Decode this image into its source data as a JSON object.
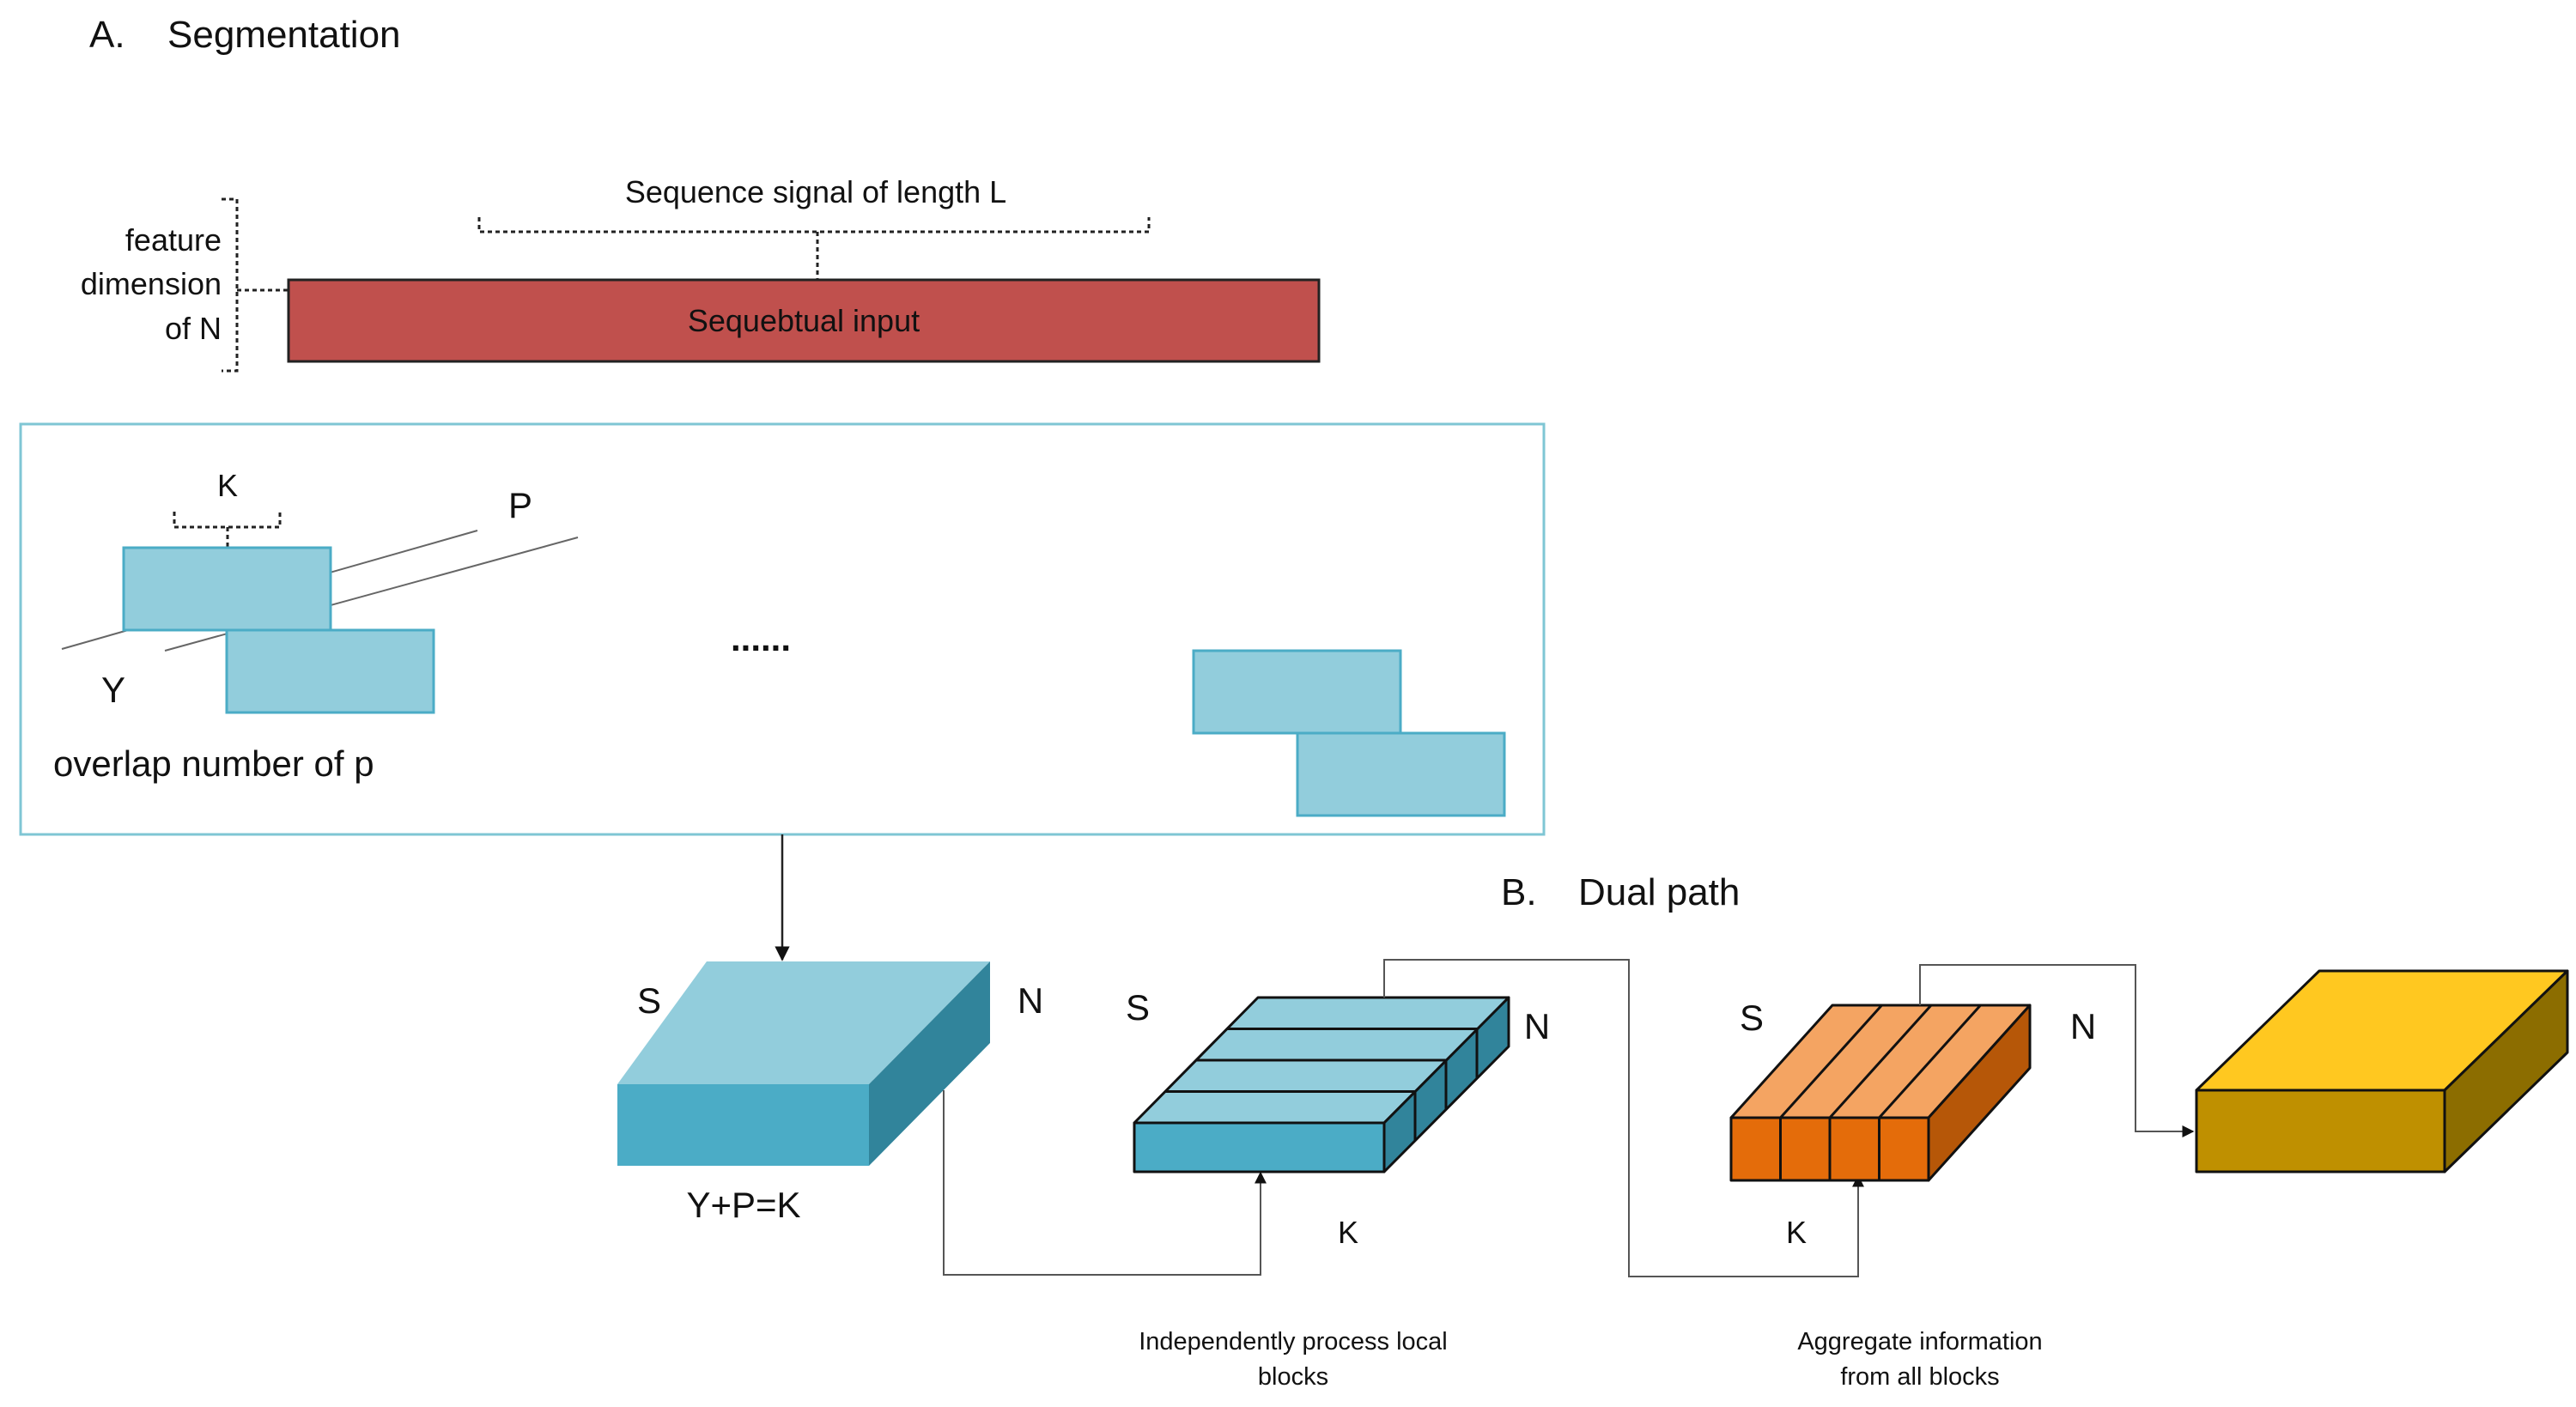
{
  "sections": {
    "segmentation": {
      "letter": "A.",
      "title": "Segmentation"
    },
    "dual_path": {
      "letter": "B.",
      "title": "Dual path"
    }
  },
  "input": {
    "sequence_label": "Sequence signal of length L",
    "feature_label_lines": [
      "feature",
      "dimension",
      "of N"
    ],
    "block_label": "Sequebtual input"
  },
  "segmentation_box": {
    "k_label": "K",
    "p_label": "P",
    "y_label": "Y",
    "overlap_label": "overlap number of p",
    "ellipsis": "......"
  },
  "dual_path": {
    "cube1": {
      "s_label": "S",
      "n_label": "N",
      "formula": "Y+P=K"
    },
    "cube2": {
      "s_label": "S",
      "n_label": "N",
      "k_label": "K"
    },
    "cube3": {
      "s_label": "S",
      "n_label": "N",
      "k_label": "K"
    },
    "caption_local": [
      "Independently process local",
      "blocks"
    ],
    "caption_global": [
      "Aggregate information",
      "from all blocks"
    ]
  },
  "colors": {
    "input_block": "#c0504d",
    "segment_block": "#92cddc",
    "segment_frame": "#7fc6d4",
    "cube_teal_top": "#92cddc",
    "cube_teal_front": "#4bacc6",
    "cube_teal_side": "#31849b",
    "cube_orange_top": "#f4a462",
    "cube_orange_front": "#e46c0a",
    "cube_orange_side": "#b65708",
    "cube_gold_top": "#ffc820",
    "cube_gold_front": "#bf9000",
    "cube_gold_side": "#8c6d00"
  }
}
